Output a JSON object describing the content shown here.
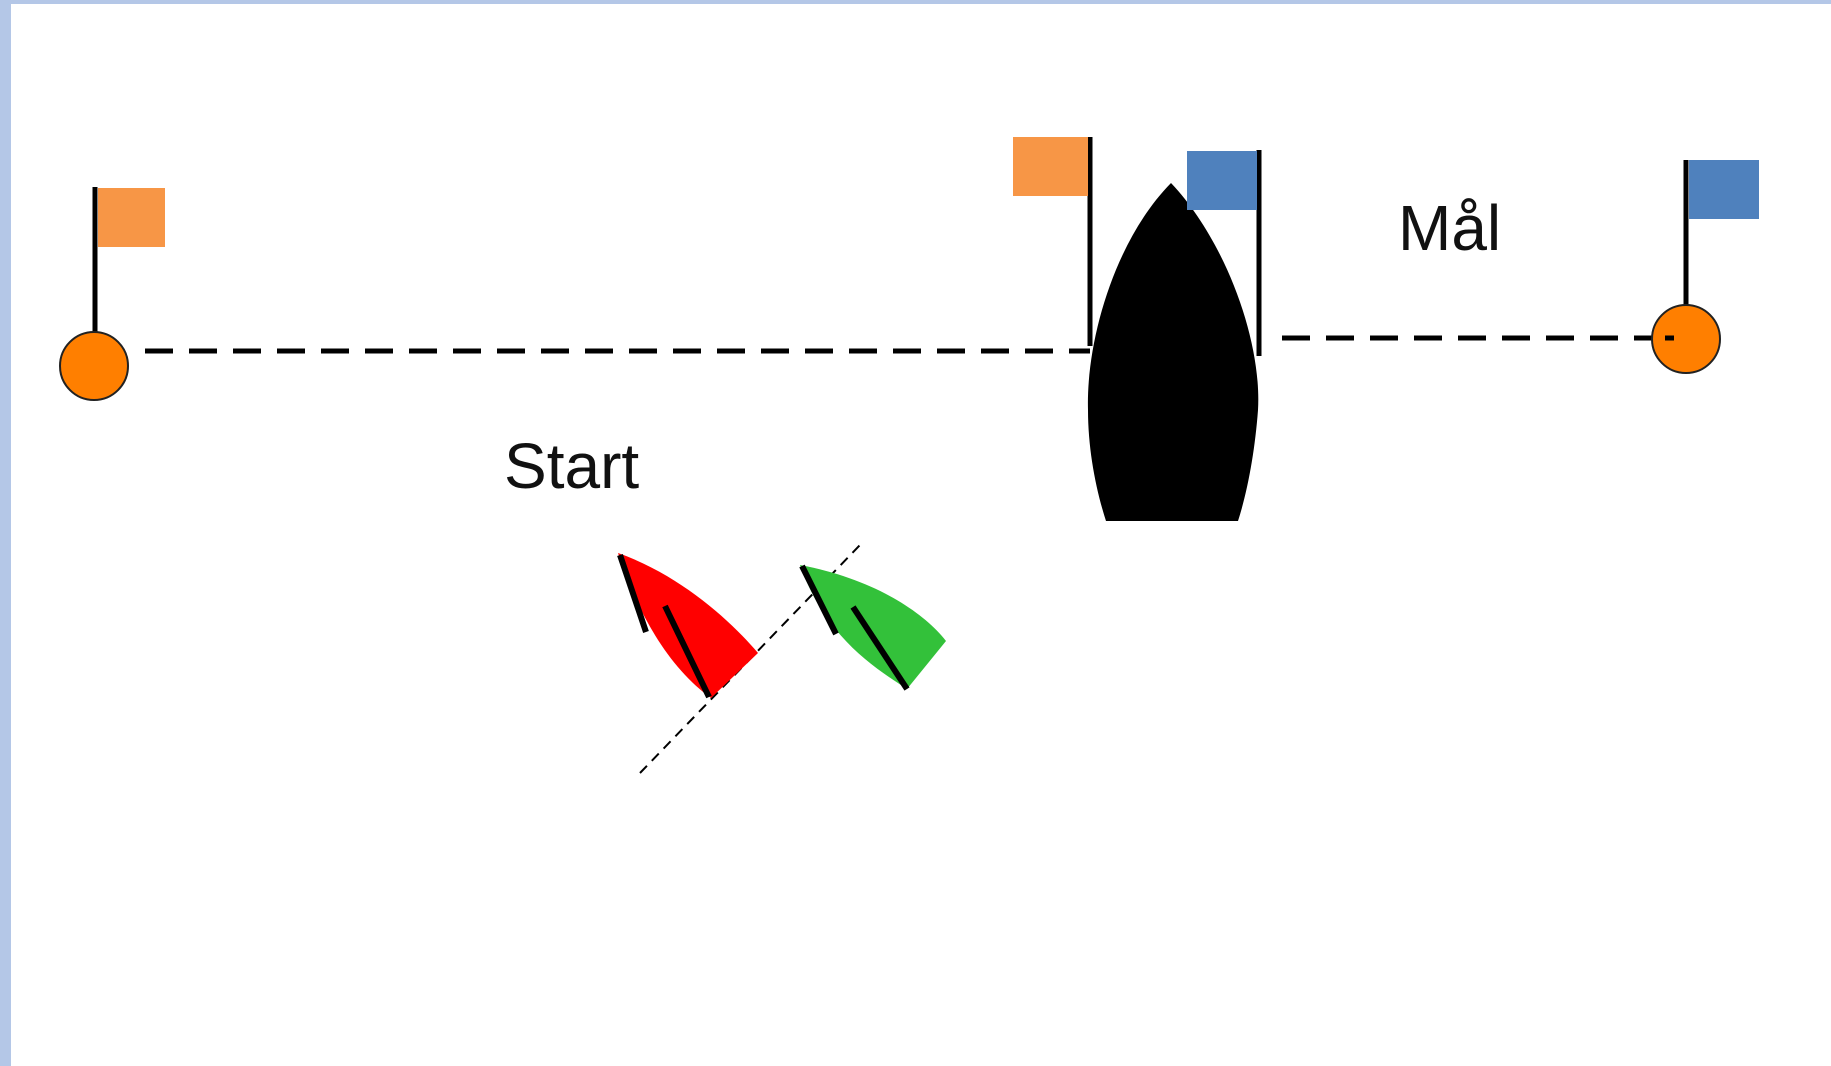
{
  "diagram": {
    "start_label": "Start",
    "finish_label": "Mål"
  },
  "colors": {
    "border": "#b4c7e7",
    "orange_buoy": "#ff7f00",
    "orange_flag": "#f79646",
    "blue_flag": "#4f81bd",
    "committee_boat": "#000000",
    "red_boat": "#ff0000",
    "green_boat": "#33c13a",
    "line": "#000000"
  },
  "icons": {
    "start_buoy": "buoy-with-orange-flag",
    "finish_buoy": "buoy-with-blue-flag",
    "committee_boat": "committee-boat-with-orange-and-blue-flags",
    "red_boat": "red-sailboat",
    "green_boat": "green-sailboat"
  }
}
